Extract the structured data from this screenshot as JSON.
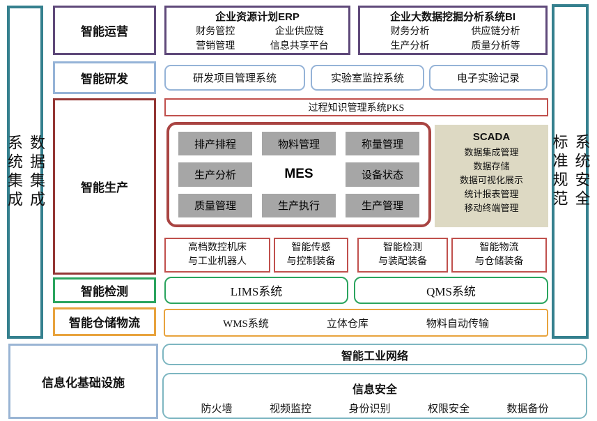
{
  "colors": {
    "teal": "#35808e",
    "ltteal": "#7db6c1",
    "purple": "#5f497a",
    "lblue": "#95b3d7",
    "infrablue": "#9ab5d4",
    "dred": "#943634",
    "mesred": "#a94442",
    "salmon": "#c0504d",
    "green": "#2aa45e",
    "orange": "#e8a33d",
    "gray": "#a6a6a6",
    "tan": "#ddd9c3"
  },
  "sidebars": {
    "left": {
      "line1": "数据集成",
      "line2": "系统集成"
    },
    "right": {
      "line1": "系统安全",
      "line2": "标准规范"
    }
  },
  "operation": {
    "label": "智能运营",
    "erp": {
      "title": "企业资源计划ERP",
      "items": [
        "财务管控",
        "企业供应链",
        "营销管理",
        "信息共享平台"
      ]
    },
    "bi": {
      "title": "企业大数据挖掘分析系统BI",
      "items": [
        "财务分析",
        "供应链分析",
        "生产分析",
        "质量分析等"
      ]
    }
  },
  "rnd": {
    "label": "智能研发",
    "systems": [
      "研发项目管理系统",
      "实验室监控系统",
      "电子实验记录"
    ]
  },
  "production": {
    "label": "智能生产",
    "pks": "过程知识管理系统PKS",
    "mes": {
      "cells": [
        "排产排程",
        "物料管理",
        "称量管理",
        "生产分析",
        "MES",
        "设备状态",
        "质量管理",
        "生产执行",
        "生产管理"
      ]
    },
    "scada": {
      "title": "SCADA",
      "items": [
        "数据集成管理",
        "数据存储",
        "数据可视化展示",
        "统计报表管理",
        "移动终端管理"
      ]
    },
    "equipment": [
      [
        "高档数控机床",
        "与工业机器人"
      ],
      [
        "智能传感",
        "与控制装备"
      ],
      [
        "智能检测",
        "与装配装备"
      ],
      [
        "智能物流",
        "与仓储装备"
      ]
    ]
  },
  "inspection": {
    "label": "智能检测",
    "systems": [
      "LIMS系统",
      "QMS系统"
    ]
  },
  "warehouse": {
    "label": "智能仓储物流",
    "items": [
      "WMS系统",
      "立体仓库",
      "物料自动传输"
    ]
  },
  "infrastructure": {
    "label": "信息化基础设施",
    "network": "智能工业网络",
    "security": {
      "title": "信息安全",
      "items": [
        "防火墙",
        "视频监控",
        "身份识别",
        "权限安全",
        "数据备份"
      ]
    }
  }
}
